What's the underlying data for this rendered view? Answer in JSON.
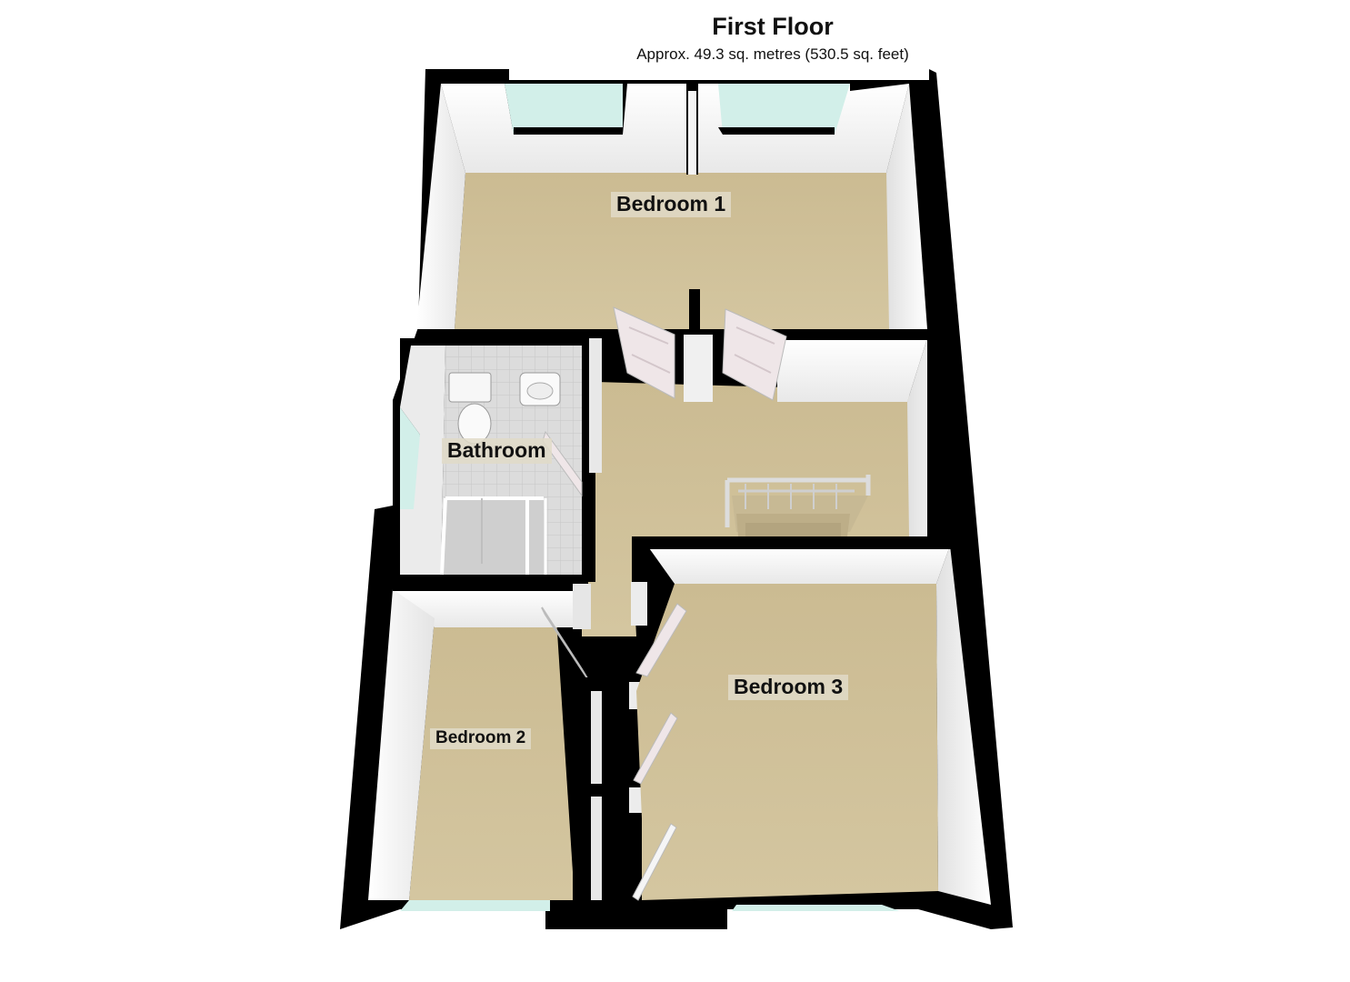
{
  "header": {
    "title": "First Floor",
    "subtitle": "Approx. 49.3 sq. metres (530.5 sq. feet)"
  },
  "rooms": {
    "bedroom1": "Bedroom 1",
    "bathroom": "Bathroom",
    "bedroom2": "Bedroom 2",
    "bedroom3": "Bedroom 3"
  },
  "colors": {
    "wall": "#000000",
    "carpet": "#c9b98f",
    "wall_face": "#f2f2f2",
    "tile": "#d8d8d8",
    "window_glass": "#cfeee8",
    "door": "#f0e8e8"
  }
}
